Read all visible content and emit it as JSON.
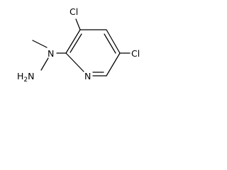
{
  "molecule": {
    "atoms": {
      "cl3": "Cl",
      "cl5": "Cl",
      "n_ring": "N",
      "n_hydrazine": "N",
      "h2n_main": "H",
      "h2n_sub": "2",
      "h2n_n": "N"
    },
    "colors": {
      "ink": "#000000",
      "background": "#ffffff"
    }
  }
}
